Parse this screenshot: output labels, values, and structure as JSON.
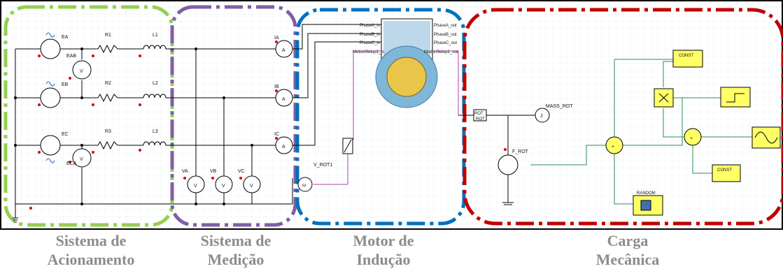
{
  "sections": [
    {
      "line1": "Sistema de",
      "line2": "Acionamento",
      "color": "#92d050"
    },
    {
      "line1": "Sistema de",
      "line2": "Medição",
      "color": "#7f5fa5"
    },
    {
      "line1": "Motor de",
      "line2": "Indução",
      "color": "#0070c0"
    },
    {
      "line1": "Carga",
      "line2": "Mecânica",
      "color": "#c00000"
    }
  ],
  "sources": [
    "EA",
    "EB",
    "EC"
  ],
  "source_voltmeters": [
    "EAB",
    "ECA"
  ],
  "resistors": [
    "R1",
    "R2",
    "R3"
  ],
  "inductors": [
    "L1",
    "L2",
    "L3"
  ],
  "ammeters": [
    "IA",
    "IB",
    "IC"
  ],
  "voltmeters": [
    "VA",
    "VB",
    "VC"
  ],
  "meter_symbols": {
    "ammeter": "A",
    "voltmeter": "V"
  },
  "motor_ports_in": [
    "PhaseA_in",
    "PhaseB_in",
    "PhaseC_in",
    "MotionSetup1_in"
  ],
  "motor_ports_out": [
    "PhaseA_out",
    "PhaseB_out",
    "PhaseC_out",
    "MotionSetup1_out"
  ],
  "speed_sensor": "V_ROT1",
  "mechanical": {
    "mass": "MASS_ROT",
    "force": "F_ROT",
    "const1": "CONST",
    "const2": "CONST",
    "random": "RANDOM",
    "converter_top": "ROT",
    "converter_bottom": "ROT"
  }
}
